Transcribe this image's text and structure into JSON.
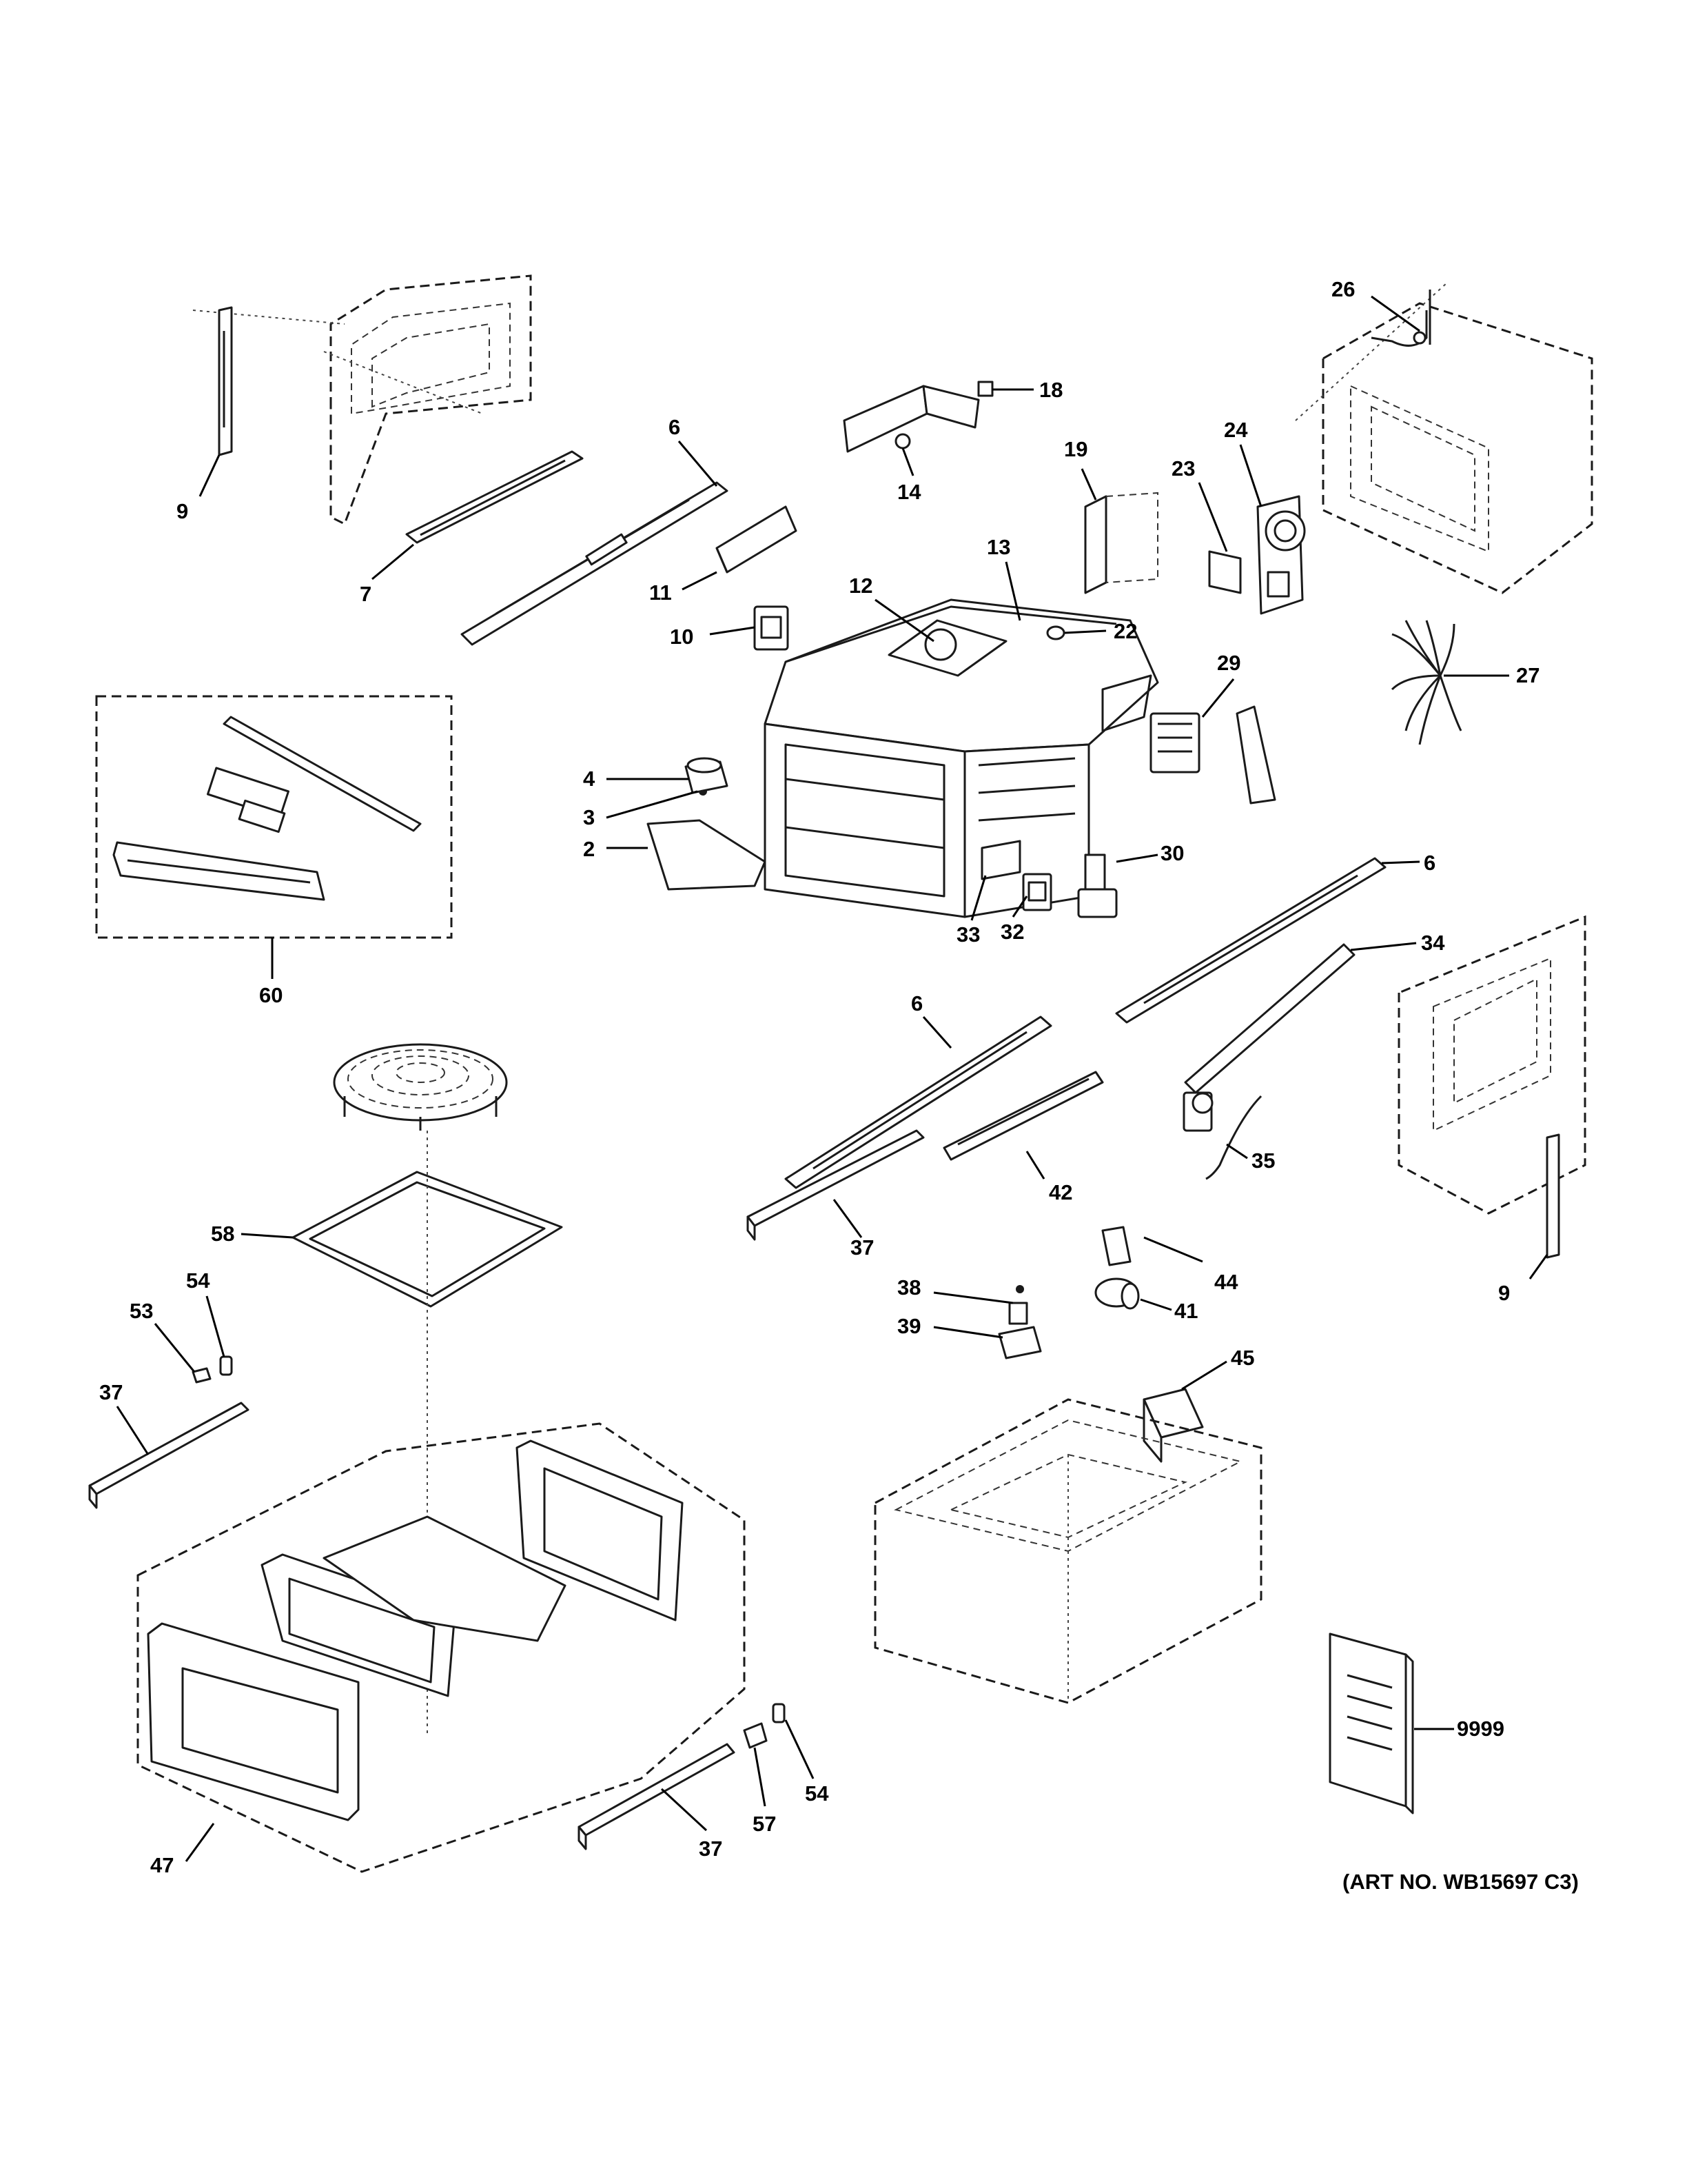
{
  "callouts": {
    "c2": "2",
    "c3": "3",
    "c4": "4",
    "c6a": "6",
    "c6b": "6",
    "c6c": "6",
    "c7": "7",
    "c9a": "9",
    "c9b": "9",
    "c10": "10",
    "c11": "11",
    "c12": "12",
    "c13": "13",
    "c14": "14",
    "c18": "18",
    "c19": "19",
    "c22": "22",
    "c23": "23",
    "c24": "24",
    "c26": "26",
    "c27": "27",
    "c29": "29",
    "c30": "30",
    "c32": "32",
    "c33": "33",
    "c34": "34",
    "c35": "35",
    "c37a": "37",
    "c37b": "37",
    "c37c": "37",
    "c38": "38",
    "c39": "39",
    "c41": "41",
    "c42": "42",
    "c44": "44",
    "c45": "45",
    "c47": "47",
    "c53": "53",
    "c54a": "54",
    "c54b": "54",
    "c57": "57",
    "c58": "58",
    "c60": "60",
    "c9999": "9999"
  },
  "art_number": "(ART NO. WB15697 C3)"
}
